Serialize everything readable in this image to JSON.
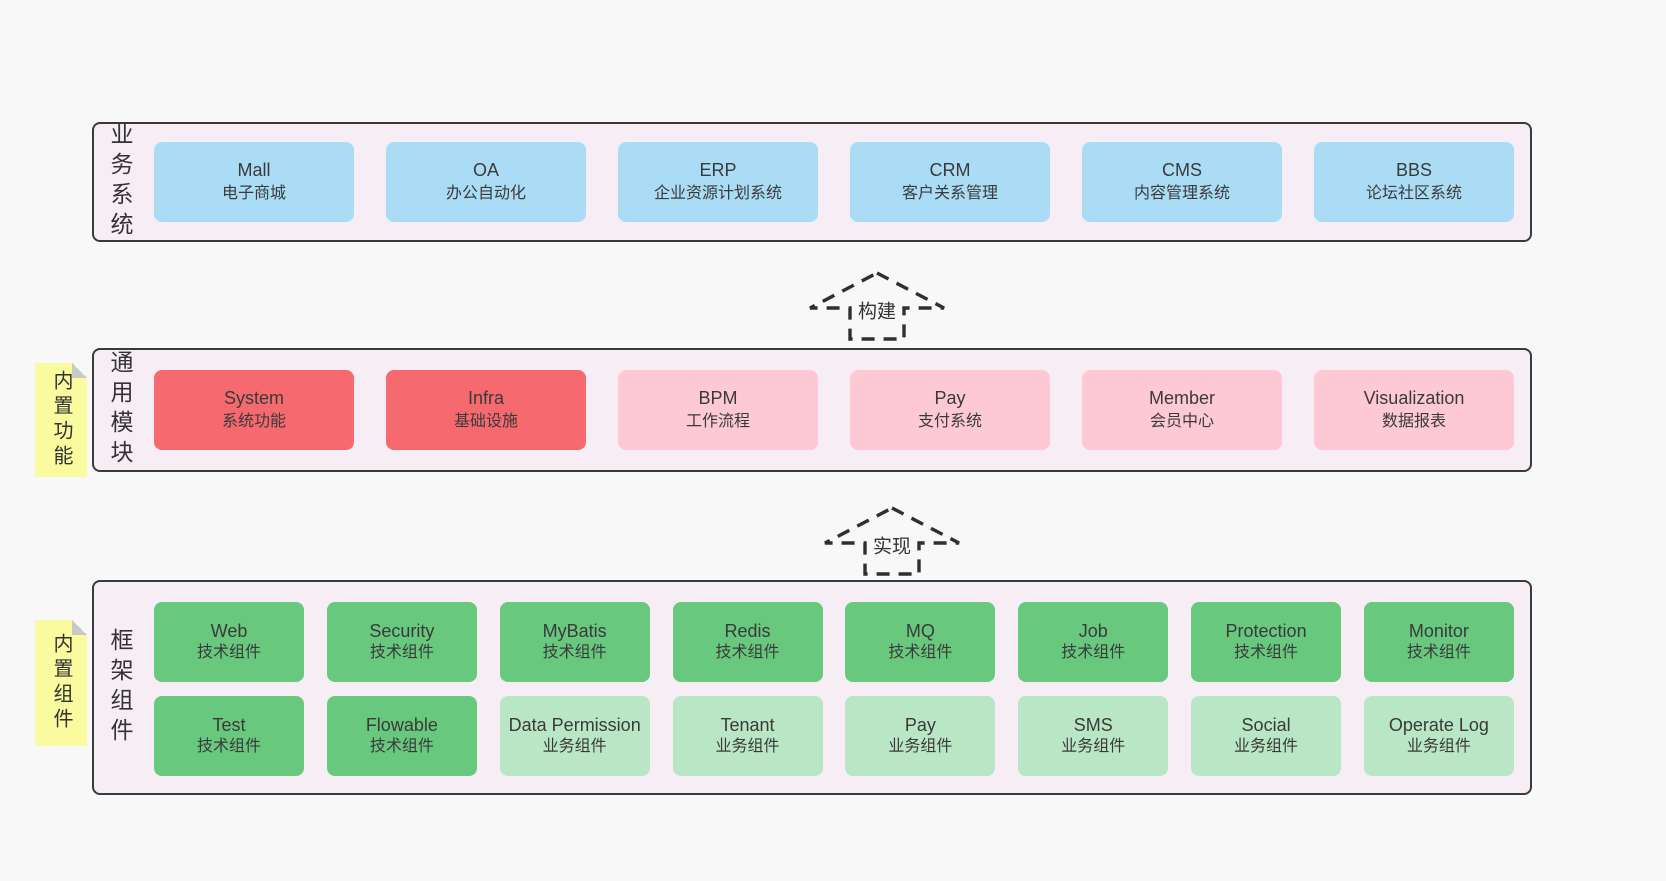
{
  "colors": {
    "page_bg": "#f8f8f8",
    "container_bg": "#f7edf5",
    "container_border": "#3a3a3a",
    "blue_box": "#abdcf6",
    "red_box": "#f5696f",
    "pink_box": "#fdc9d4",
    "green_box": "#68c87e",
    "light_green_box": "#b9e6c4",
    "sticky_yellow": "#fafa9e",
    "text": "#3a3a3a"
  },
  "bands": [
    {
      "label": "业务系统",
      "boxes": [
        {
          "name": "Mall",
          "desc": "电子商城",
          "variant": "blue"
        },
        {
          "name": "OA",
          "desc": "办公自动化",
          "variant": "blue"
        },
        {
          "name": "ERP",
          "desc": "企业资源计划系统",
          "variant": "blue"
        },
        {
          "name": "CRM",
          "desc": "客户关系管理",
          "variant": "blue"
        },
        {
          "name": "CMS",
          "desc": "内容管理系统",
          "variant": "blue"
        },
        {
          "name": "BBS",
          "desc": "论坛社区系统",
          "variant": "blue"
        }
      ]
    },
    {
      "label": "通用模块",
      "boxes": [
        {
          "name": "System",
          "desc": "系统功能",
          "variant": "red"
        },
        {
          "name": "Infra",
          "desc": "基础设施",
          "variant": "red"
        },
        {
          "name": "BPM",
          "desc": "工作流程",
          "variant": "pink"
        },
        {
          "name": "Pay",
          "desc": "支付系统",
          "variant": "pink"
        },
        {
          "name": "Member",
          "desc": "会员中心",
          "variant": "pink"
        },
        {
          "name": "Visualization",
          "desc": "数据报表",
          "variant": "pink"
        }
      ]
    },
    {
      "label": "框架组件",
      "rows": [
        [
          {
            "name": "Web",
            "desc": "技术组件",
            "variant": "green"
          },
          {
            "name": "Security",
            "desc": "技术组件",
            "variant": "green"
          },
          {
            "name": "MyBatis",
            "desc": "技术组件",
            "variant": "green"
          },
          {
            "name": "Redis",
            "desc": "技术组件",
            "variant": "green"
          },
          {
            "name": "MQ",
            "desc": "技术组件",
            "variant": "green"
          },
          {
            "name": "Job",
            "desc": "技术组件",
            "variant": "green"
          },
          {
            "name": "Protection",
            "desc": "技术组件",
            "variant": "green"
          },
          {
            "name": "Monitor",
            "desc": "技术组件",
            "variant": "green"
          }
        ],
        [
          {
            "name": "Test",
            "desc": "技术组件",
            "variant": "green"
          },
          {
            "name": "Flowable",
            "desc": "技术组件",
            "variant": "green"
          },
          {
            "name": "Data Permission",
            "desc": "业务组件",
            "variant": "green-light"
          },
          {
            "name": "Tenant",
            "desc": "业务组件",
            "variant": "green-light"
          },
          {
            "name": "Pay",
            "desc": "业务组件",
            "variant": "green-light"
          },
          {
            "name": "SMS",
            "desc": "业务组件",
            "variant": "green-light"
          },
          {
            "name": "Social",
            "desc": "业务组件",
            "variant": "green-light"
          },
          {
            "name": "Operate Log",
            "desc": "业务组件",
            "variant": "green-light"
          }
        ]
      ]
    }
  ],
  "arrows": [
    {
      "label": "构建"
    },
    {
      "label": "实现"
    }
  ],
  "stickies": [
    {
      "label": "内置功能"
    },
    {
      "label": "内置组件"
    }
  ]
}
